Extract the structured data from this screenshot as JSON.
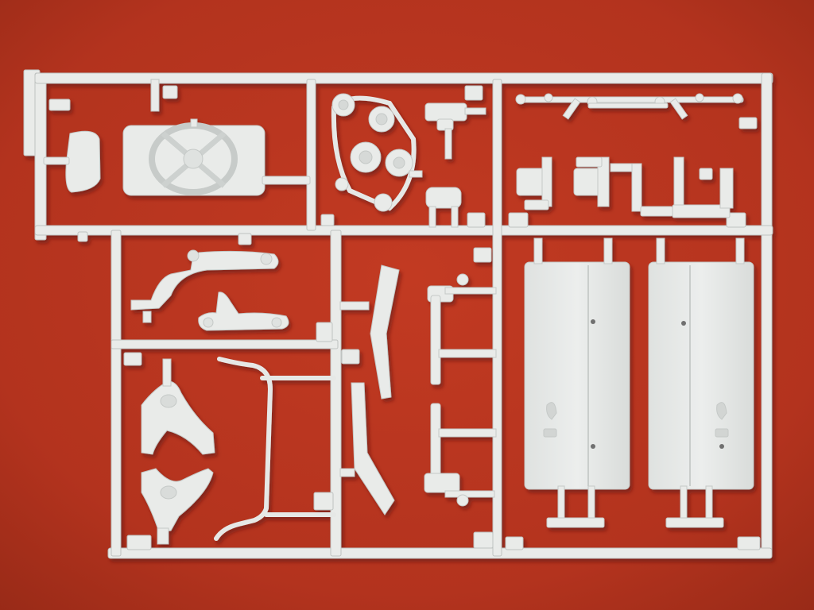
{
  "scene": {
    "subject": "plastic-model-kit-sprue",
    "colors": {
      "background": "#b8351f",
      "background_dark": "#9e2b18",
      "plastic": "#e9ebe9",
      "plastic_shade": "#c9cdcb",
      "plastic_edge": "#b9bdbb",
      "shadow": "#6e1c10"
    },
    "parts": [
      "frame",
      "seat-part",
      "radiator-fan-shroud",
      "engine-belt-pulleys",
      "alternator-bracket",
      "pump-part",
      "wiper-linkage",
      "seat-frames",
      "exhaust-headers",
      "sway-bar",
      "control-arm-upper",
      "control-arm-lower",
      "trailing-arms",
      "suspension-links",
      "floor-pan-left",
      "floor-pan-right"
    ]
  }
}
